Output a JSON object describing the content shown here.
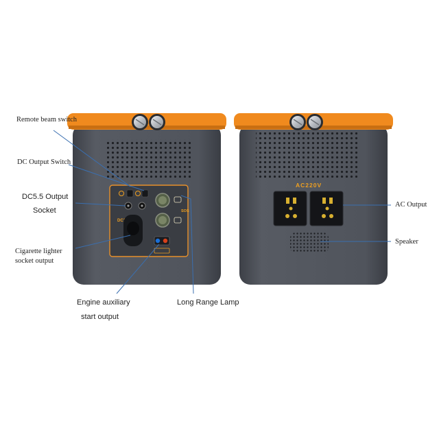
{
  "left_unit": {
    "panel_label": "DC12V",
    "sos_label": "SOS"
  },
  "right_unit": {
    "panel_label": "AC220V"
  },
  "callouts": {
    "remote_beam_switch": "Remote beam switch",
    "dc_output_switch": "DC Output Switch",
    "dc55_output_line1": "DC5.5 Output",
    "dc55_output_line2": "Socket",
    "cigarette_line1": "Cigarette lighter",
    "cigarette_line2": "socket output",
    "engine_line1": "Engine auxiliary",
    "engine_line2": "start output",
    "long_range_lamp": "Long Range Lamp",
    "ac_output": "AC Output",
    "speaker": "Speaker"
  },
  "colors": {
    "body": "#4b4f57",
    "lid": "#f08a1e",
    "accent": "#f0a020",
    "knob": "#c9ccd0"
  }
}
